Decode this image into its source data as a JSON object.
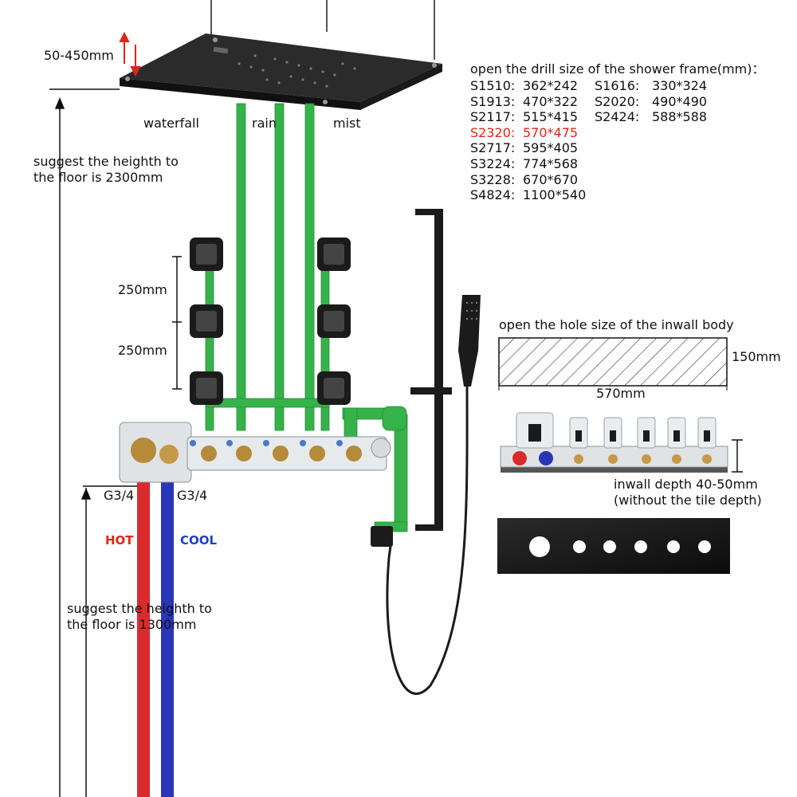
{
  "ceiling_gap_label": "50-450mm",
  "outlet_labels": {
    "waterfall": "waterfall",
    "rain": "rain",
    "mist": "mist"
  },
  "top_height_note": [
    "suggest the heighth to",
    "the floor is 2300mm"
  ],
  "bottom_height_note": [
    "suggest the heighth to",
    "the floor is 1300mm"
  ],
  "jet_spacing": [
    "250mm",
    "250mm"
  ],
  "inlet_sizes": {
    "hot_thread": "G3/4",
    "cool_thread": "G3/4"
  },
  "inlet_labels": {
    "hot": "HOT",
    "cool": "COOL"
  },
  "drill_table": {
    "title": "open the drill size of the shower frame(mm)：",
    "highlight_color": "#e0241a",
    "left_column": [
      {
        "code": "S1510:",
        "size": "362*242",
        "highlight": false
      },
      {
        "code": "S1913:",
        "size": "470*322",
        "highlight": false
      },
      {
        "code": "S2117:",
        "size": "515*415",
        "highlight": false
      },
      {
        "code": "S2320:",
        "size": "570*475",
        "highlight": true
      },
      {
        "code": "S2717:",
        "size": "595*405",
        "highlight": false
      },
      {
        "code": "S3224:",
        "size": "774*568",
        "highlight": false
      },
      {
        "code": "S3228:",
        "size": "670*670",
        "highlight": false
      },
      {
        "code": "S4824:",
        "size": "1100*540",
        "highlight": false
      }
    ],
    "right_column": [
      {
        "code": "S1616:",
        "size": "330*324"
      },
      {
        "code": "S2020:",
        "size": "490*490"
      },
      {
        "code": "S2424:",
        "size": "588*588"
      }
    ]
  },
  "inwall_hole": {
    "title": "open the hole size of the inwall body",
    "width_label": "570mm",
    "height_label": "150mm"
  },
  "inwall_depth": [
    "inwall depth 40-50mm",
    "(without the tile depth)"
  ],
  "colors": {
    "pipe_green": "#36b24a",
    "hot_pipe": "#d92b2b",
    "cool_pipe": "#2a35b8",
    "fixture_black": "#1b1b1b"
  },
  "icons": [
    "rain-shower-head",
    "body-jet",
    "slide-bar",
    "hand-shower",
    "thermostatic-valve-body",
    "trim-plate"
  ]
}
